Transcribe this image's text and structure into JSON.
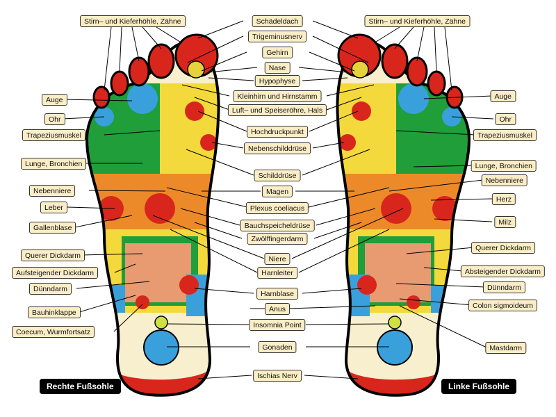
{
  "titles": {
    "right_foot": "Rechte Fußsohle",
    "left_foot": "Linke Fußsohle"
  },
  "labels": {
    "center": [
      "Schädeldach",
      "Trigeminusnerv",
      "Gehirn",
      "Nase",
      "Hypophyse",
      "Kleinhirn und Hirnstamm",
      "Luft– und Speiseröhre, Hals",
      "Hochdruckpunkt",
      "Nebenschilddrüse",
      "Schilddrüse",
      "Magen",
      "Plexus coeliacus",
      "Bauchspeicheldrüse",
      "Zwölffingerdarm",
      "Niere",
      "Harnleiter",
      "Harnblase",
      "Anus",
      "Insomnia Point",
      "Gonaden",
      "Ischias Nerv"
    ],
    "right_side": [
      "Stirn– und Kieferhöhle, Zähne",
      "Auge",
      "Ohr",
      "Trapeziusmuskel",
      "Lunge, Bronchien",
      "Nebenniere",
      "Leber",
      "Gallenblase",
      "Querer Dickdarm",
      "Aufsteigender Dickdarm",
      "Dünndarm",
      "Bauhinklappe",
      "Coecum, Wurmfortsatz"
    ],
    "left_side": [
      "Stirn– und Kieferhöhle, Zähne",
      "Auge",
      "Ohr",
      "Trapeziusmuskel",
      "Lunge, Bronchien",
      "Nebenniere",
      "Herz",
      "Milz",
      "Querer Dickdarm",
      "Absteigender Dickdarm",
      "Dünndarm",
      "Colon sigmoideum",
      "Mastdarm"
    ]
  },
  "colors": {
    "outline": "#000000",
    "toe_red": "#d9261c",
    "lung_green": "#1f9e3a",
    "eye_blue": "#3aa0dc",
    "yellow_zone": "#f3d93b",
    "orange_zone": "#ec8a2a",
    "heel_cream": "#f8efcf",
    "heel_red": "#d9261c",
    "label_bg": "#fbeec6"
  }
}
